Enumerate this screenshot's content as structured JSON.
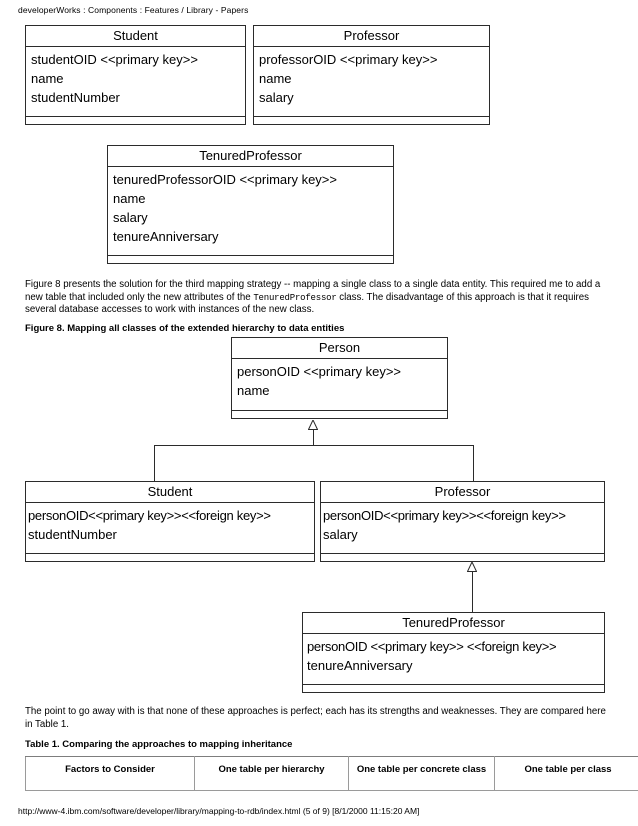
{
  "header": {
    "breadcrumb": "developerWorks : Components : Features / Library - Papers"
  },
  "footer": {
    "url_line": "http://www-4.ibm.com/software/developer/library/mapping-to-rdb/index.html (5 of 9) [8/1/2000 11:15:20 AM]"
  },
  "figure7_diagram": {
    "classes": [
      {
        "name": "Student",
        "attributes": [
          "studentOID <<primary key>>",
          "name",
          "studentNumber"
        ],
        "operations": []
      },
      {
        "name": "Professor",
        "attributes": [
          "professorOID <<primary key>>",
          "name",
          "salary"
        ],
        "operations": []
      },
      {
        "name": "TenuredProfessor",
        "attributes": [
          "tenuredProfessorOID <<primary key>>",
          "name",
          "salary",
          "tenureAnniversary"
        ],
        "operations": []
      }
    ]
  },
  "paragraph1": {
    "part1": "Figure 8 presents the solution for the third mapping strategy -- mapping a single class to a single data entity. This required me to add a new table that included only the new attributes of the ",
    "mono": "TenuredProfessor",
    "part2": " class. The disadvantage of this approach is that it requires several database accesses to work with instances of the new class."
  },
  "figure8": {
    "caption": "Figure 8. Mapping all classes of the extended hierarchy to data entities",
    "classes": [
      {
        "name": "Person",
        "attributes": [
          "personOID <<primary key>>",
          "name"
        ],
        "operations": []
      },
      {
        "name": "Student",
        "attributes": [
          "personOID<<primary key>><<foreign key>>",
          "studentNumber"
        ],
        "operations": []
      },
      {
        "name": "Professor",
        "attributes": [
          "personOID<<primary key>><<foreign key>>",
          "salary"
        ],
        "operations": []
      },
      {
        "name": "TenuredProfessor",
        "attributes": [
          "personOID <<primary key>> <<foreign key>>",
          "tenureAnniversary"
        ],
        "operations": []
      }
    ],
    "relationships": [
      {
        "from": "Student",
        "to": "Person",
        "type": "generalization"
      },
      {
        "from": "Professor",
        "to": "Person",
        "type": "generalization"
      },
      {
        "from": "TenuredProfessor",
        "to": "Professor",
        "type": "generalization"
      }
    ]
  },
  "paragraph2": {
    "text": "The point to go away with is that none of these approaches is perfect; each has its strengths and weaknesses. They are compared here in Table 1."
  },
  "table1": {
    "caption": "Table 1. Comparing the approaches to mapping inheritance",
    "headers": [
      "Factors to Consider",
      "One table per hierarchy",
      "One table per concrete class",
      "One table per class"
    ]
  },
  "colors": {
    "text": "#000000",
    "line": "#2b2b2b",
    "table_border": "#9a9a9a",
    "background": "#ffffff"
  }
}
